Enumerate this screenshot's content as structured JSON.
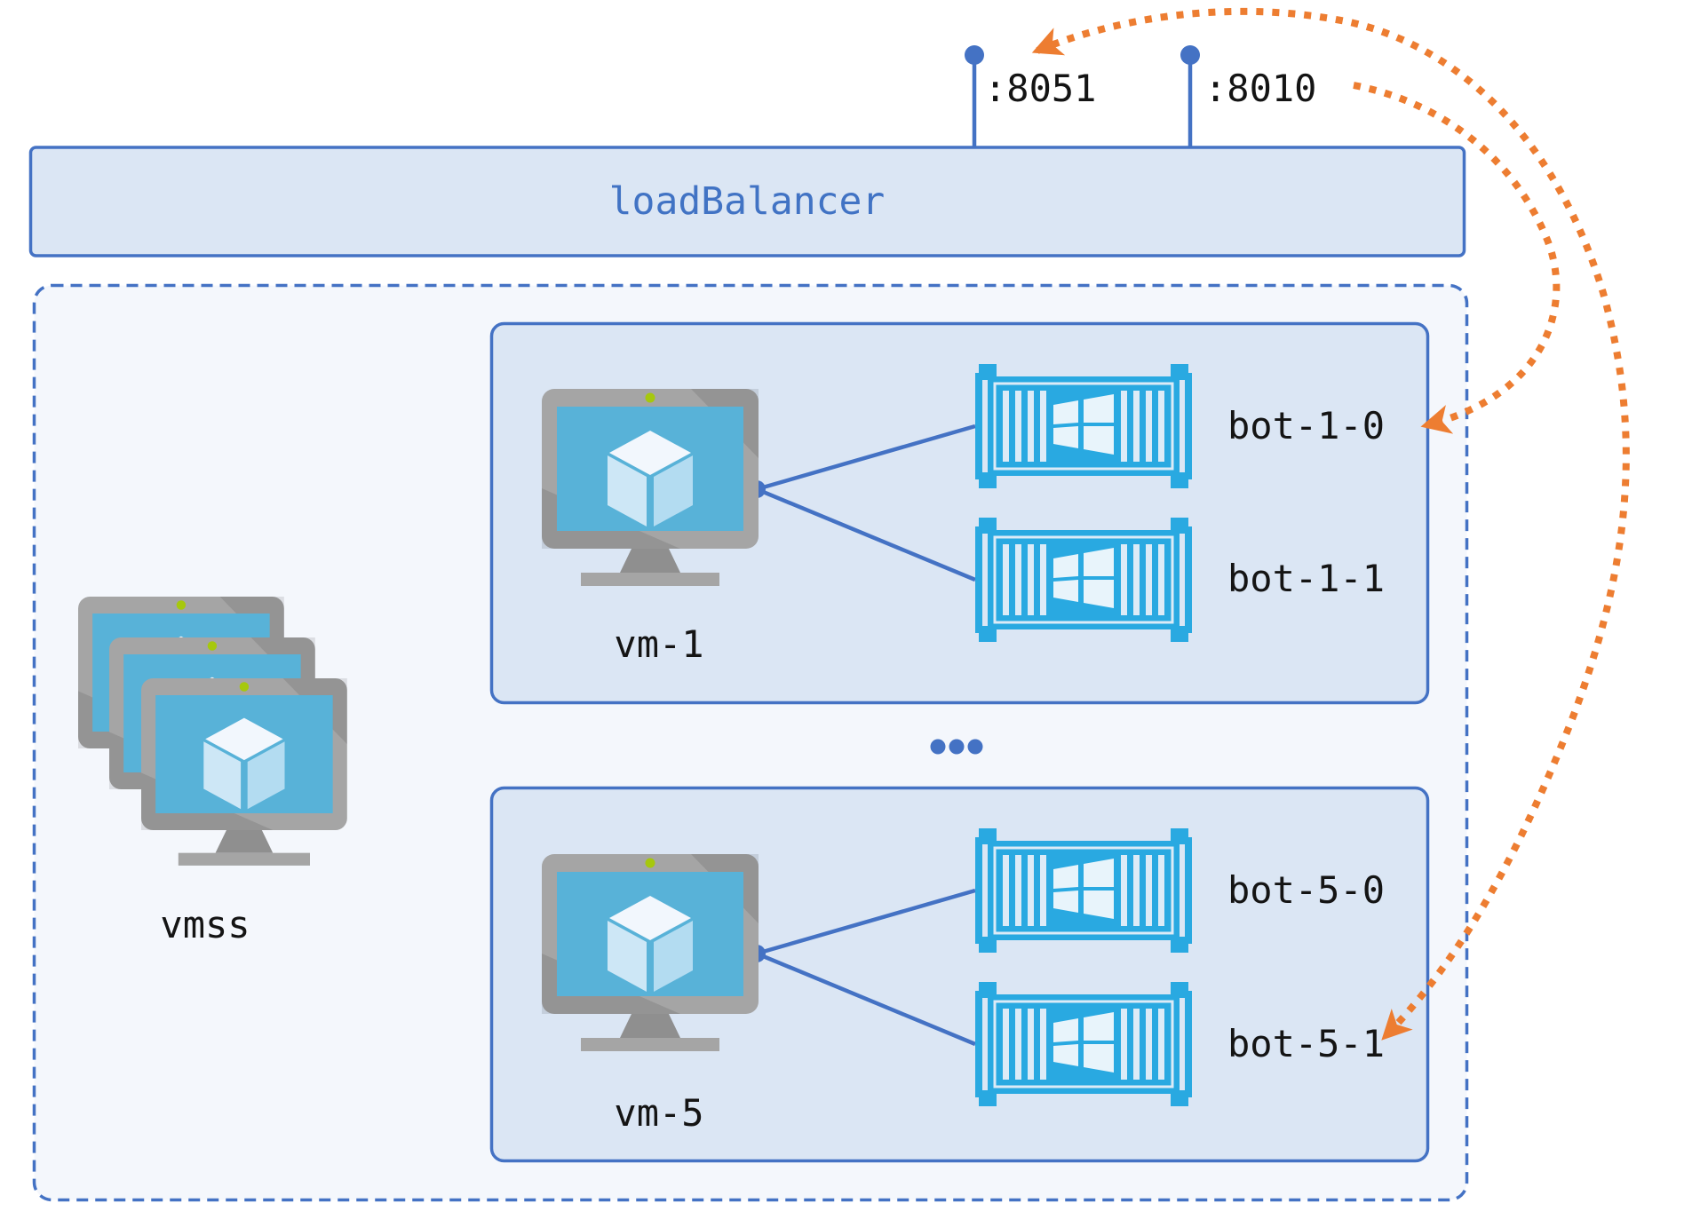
{
  "load_balancer": {
    "label": "loadBalancer",
    "ports": [
      {
        "label": ":8051"
      },
      {
        "label": ":8010"
      }
    ]
  },
  "vmss": {
    "label": "vmss"
  },
  "vms": [
    {
      "label": "vm-1",
      "bots": [
        {
          "label": "bot-1-0"
        },
        {
          "label": "bot-1-1"
        }
      ]
    },
    {
      "label": "vm-5",
      "bots": [
        {
          "label": "bot-5-0"
        },
        {
          "label": "bot-5-1"
        }
      ]
    }
  ],
  "connections": [
    {
      "from": ":8010",
      "to": "bot-1-0",
      "style": "dotted",
      "color": "#ed7d31",
      "arrowheads": "end"
    },
    {
      "from": ":8051",
      "to": "bot-5-1",
      "style": "dotted",
      "color": "#ed7d31",
      "arrowheads": "both"
    }
  ],
  "colors": {
    "accent_blue": "#4472c4",
    "load_balancer_text_blue": "#4173c4",
    "arrow_orange": "#ed7d31",
    "container_blue": "#29a9e1",
    "screen_blue": "#58b2d8",
    "monitor_gray": "#a5a5a5",
    "inner_box_fill": "#dbe6f4",
    "outer_box_fill": "#f4f7fc",
    "label_black": "#141414",
    "power_dot_green": "#a6c80d"
  }
}
